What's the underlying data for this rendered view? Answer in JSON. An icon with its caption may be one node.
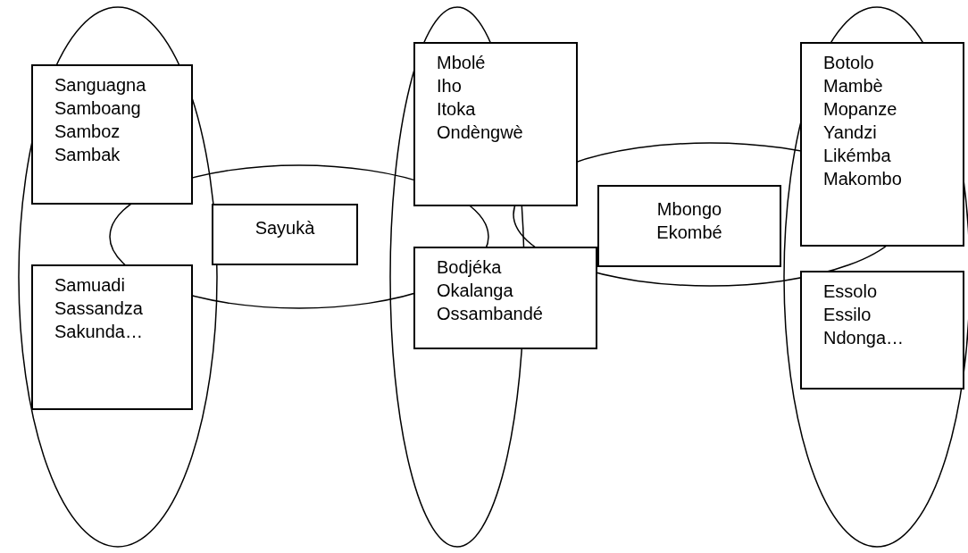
{
  "diagram": {
    "nodes": [
      {
        "text": [
          "Sanguagna",
          "Samboang",
          "Samboz",
          "Sambak"
        ]
      },
      {
        "text": [
          "Mbolé",
          "Iho",
          "Itoka",
          "Ondèngwè"
        ]
      },
      {
        "text": [
          "Botolo",
          "Mambè",
          "Mopanze",
          "Yandzi",
          "Likémba",
          "Makombo"
        ]
      },
      {
        "text": [
          "Sayukà"
        ]
      },
      {
        "text": [
          "Mbongo",
          "Ekombé"
        ]
      },
      {
        "text": [
          "Samuadi",
          "Sassandza",
          "Sakunda…"
        ]
      },
      {
        "text": [
          "Bodjéka",
          "Okalanga",
          "Ossambandé"
        ]
      },
      {
        "text": [
          "Essolo",
          "Essilo",
          "Ndonga…"
        ]
      }
    ],
    "edges": []
  }
}
